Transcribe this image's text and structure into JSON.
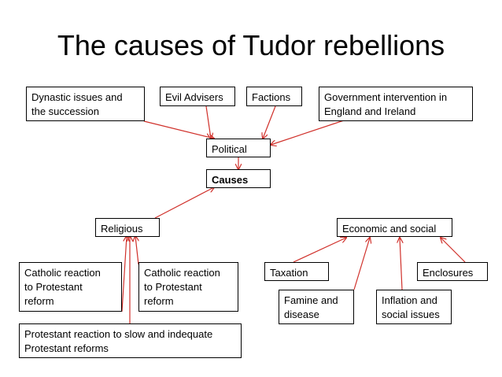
{
  "title": "The causes of Tudor rebellions",
  "colors": {
    "arrow": "#d0302a",
    "border": "#000000",
    "text": "#000000"
  },
  "nodes": {
    "dynastic": "Dynastic issues and\nthe succession",
    "evil_advisers": "Evil Advisers",
    "factions": "Factions",
    "government": "Government intervention in\nEngland and Ireland",
    "political": "Political",
    "causes": "Causes",
    "religious": "Religious",
    "economic_social": "Economic and social",
    "catholic_1": "Catholic reaction\nto Protestant\nreform",
    "catholic_2": "Catholic reaction\nto Protestant\nreform",
    "protestant": "Protestant reaction to slow and indequate\nProtestant reforms",
    "taxation": "Taxation",
    "enclosures": "Enclosures",
    "famine": "Famine and\ndisease",
    "inflation": "Inflation and\nsocial issues"
  }
}
